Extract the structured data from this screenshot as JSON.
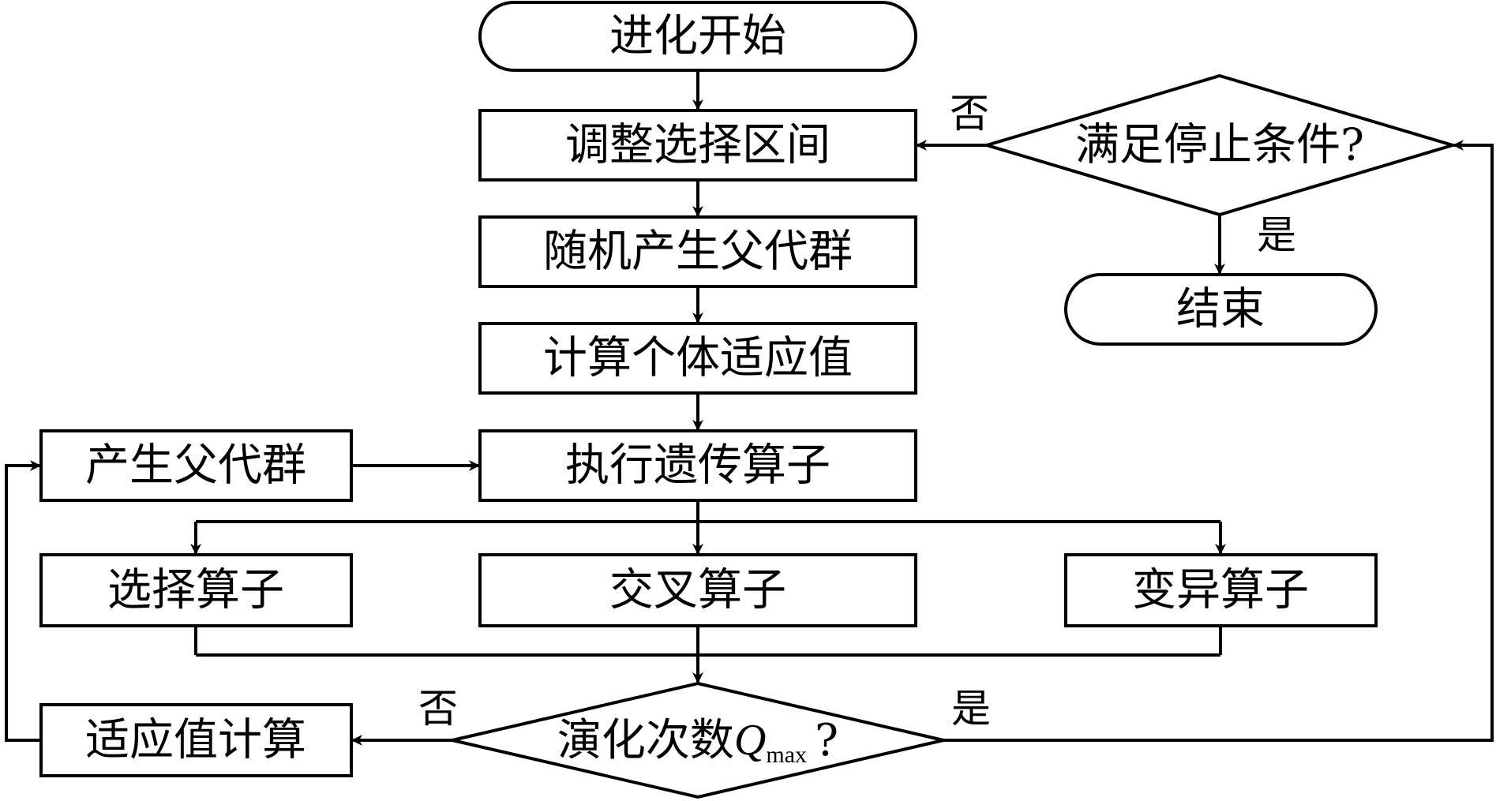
{
  "nodes": {
    "start": "进化开始",
    "adjust_interval": "调整选择区间",
    "random_parents": "随机产生父代群",
    "compute_fitness": "计算个体适应值",
    "run_operators": "执行遗传算子",
    "new_parents": "产生父代群",
    "select_op": "选择算子",
    "cross_op": "交叉算子",
    "mutate_op": "变异算子",
    "fitness_calc": "适应值计算",
    "evo_check_prefix": "演化次数",
    "evo_check_var": "Q",
    "evo_check_sub": "max",
    "evo_check_q": "?",
    "stop_check": "满足停止条件?",
    "end": "结束"
  },
  "edges": {
    "stop_no": "否",
    "stop_yes": "是",
    "evo_no": "否",
    "evo_yes": "是"
  }
}
